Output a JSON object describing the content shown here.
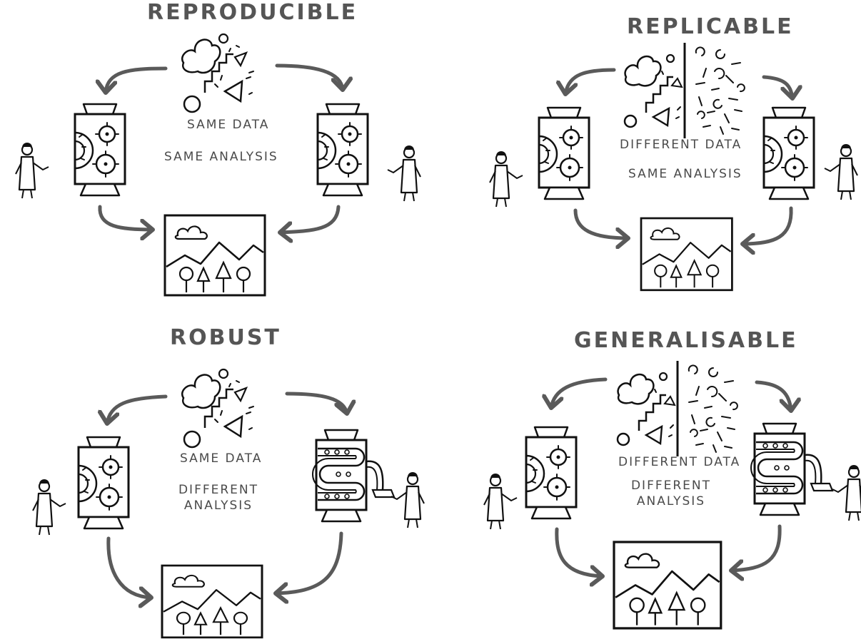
{
  "panels": [
    {
      "title": "Reproducible",
      "data_label": "Same data",
      "analysis_label": "Same analysis"
    },
    {
      "title": "Replicable",
      "data_label": "Different data",
      "analysis_label": "Same analysis"
    },
    {
      "title": "Robust",
      "data_label": "Same data",
      "analysis_label": "Different analysis"
    },
    {
      "title": "Generalisable",
      "data_label": "Different data",
      "analysis_label": "Different analysis"
    }
  ],
  "colors": {
    "ink": "#111111",
    "arrow": "#5a5a5a",
    "label": "#4a4a4a"
  }
}
